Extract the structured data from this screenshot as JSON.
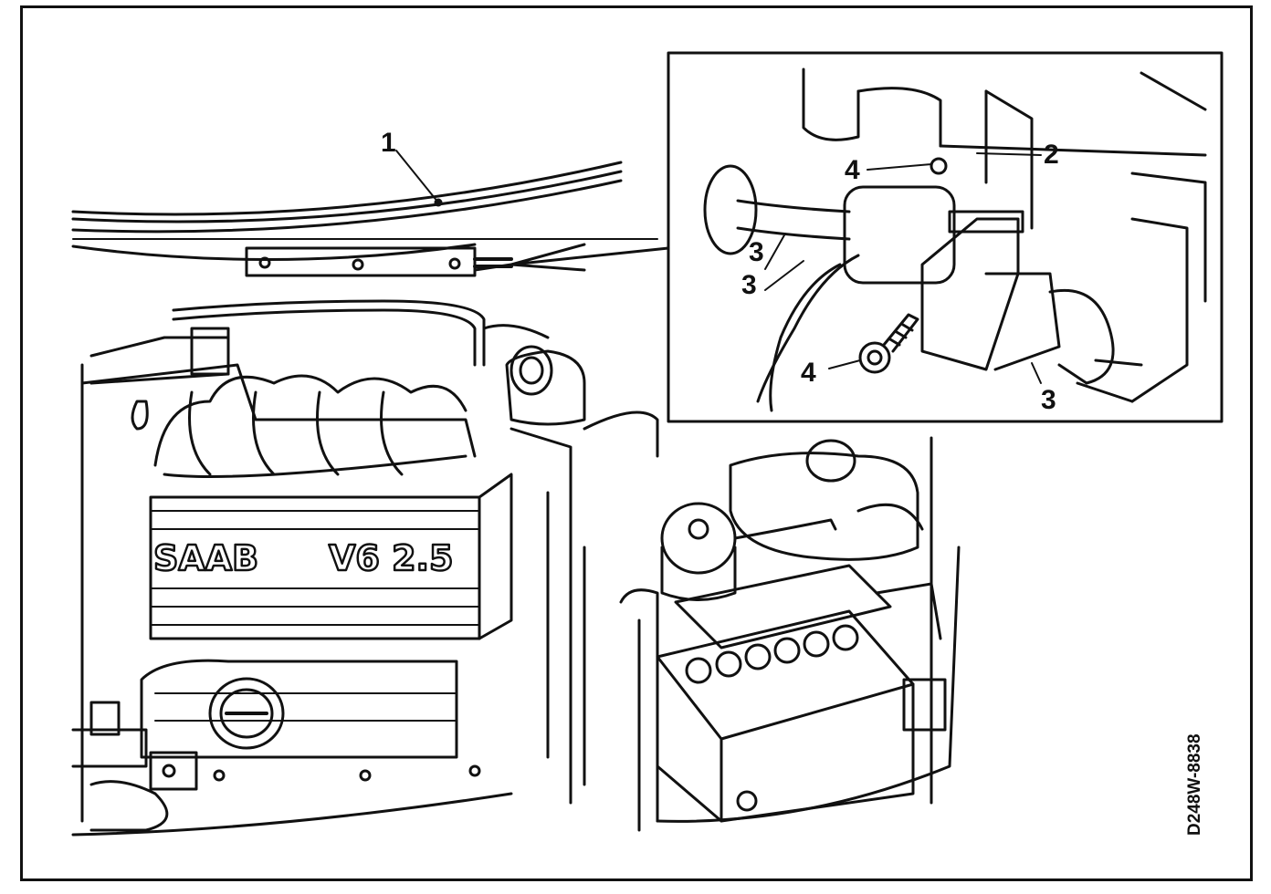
{
  "callouts": {
    "c1": "1",
    "c2": "2",
    "c3a": "3",
    "c3b": "3",
    "c4a": "4",
    "c4b": "4"
  },
  "engine_cover": {
    "brand": "SAAB",
    "model": "V6 2.5"
  },
  "reference_code": "D248W-8838",
  "colors": {
    "ink": "#111111",
    "paper": "#ffffff"
  }
}
